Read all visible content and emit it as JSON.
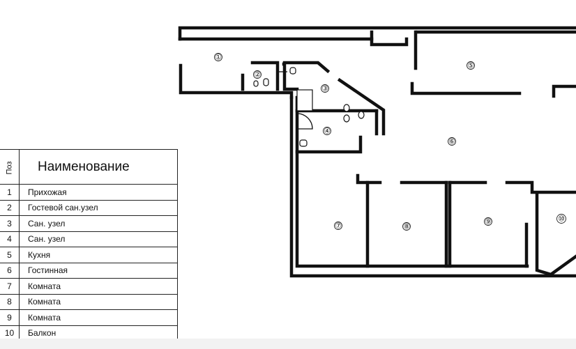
{
  "legend": {
    "header_pos": "Поз",
    "header_name": "Наименование",
    "rows": [
      {
        "pos": "1",
        "name": "Прихожая"
      },
      {
        "pos": "2",
        "name": "Гостевой сан.узел"
      },
      {
        "pos": "3",
        "name": "Сан. узел"
      },
      {
        "pos": "4",
        "name": "Сан. узел"
      },
      {
        "pos": "5",
        "name": "Кухня"
      },
      {
        "pos": "6",
        "name": "Гостинная"
      },
      {
        "pos": "7",
        "name": "Комната"
      },
      {
        "pos": "8",
        "name": "Комната"
      },
      {
        "pos": "9",
        "name": "Комната"
      },
      {
        "pos": "10",
        "name": "Балкон"
      }
    ]
  },
  "plan": {
    "room_markers": [
      "①",
      "②",
      "③",
      "④",
      "⑤",
      "⑥",
      "⑦",
      "⑧",
      "⑨",
      "⑩"
    ]
  }
}
